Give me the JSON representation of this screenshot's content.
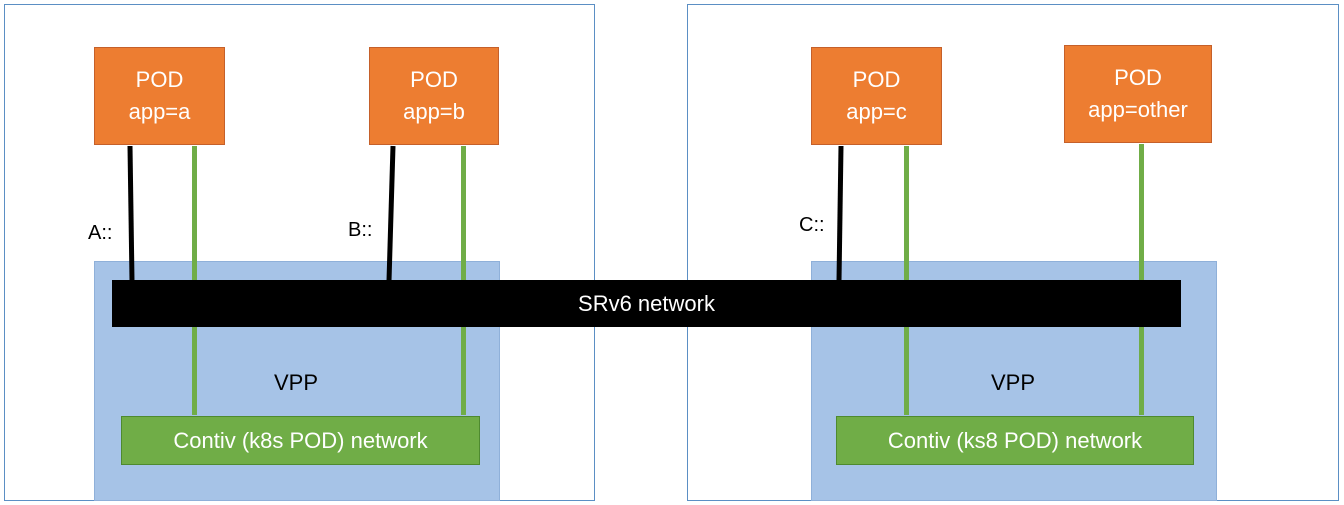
{
  "hosts": [
    {
      "vpp_label": "VPP",
      "network_label": "Contiv (k8s POD) network",
      "pods": [
        {
          "title": "POD",
          "label": "app=a",
          "address": "A::"
        },
        {
          "title": "POD",
          "label": "app=b",
          "address": "B::"
        }
      ]
    },
    {
      "vpp_label": "VPP",
      "network_label": "Contiv (ks8 POD) network",
      "pods": [
        {
          "title": "POD",
          "label": "app=c",
          "address": "C::"
        },
        {
          "title": "POD",
          "label": "app=other",
          "address": ""
        }
      ]
    }
  ],
  "srv6_label": "SRv6 network",
  "colors": {
    "host_border": "#5b8fc4",
    "vpp_fill": "#a6c3e7",
    "pod_fill": "#ed7d31",
    "contiv_fill": "#70ad47",
    "srv6_fill": "#000000",
    "srv6_wire": "#000000",
    "contiv_wire": "#70ad47"
  }
}
